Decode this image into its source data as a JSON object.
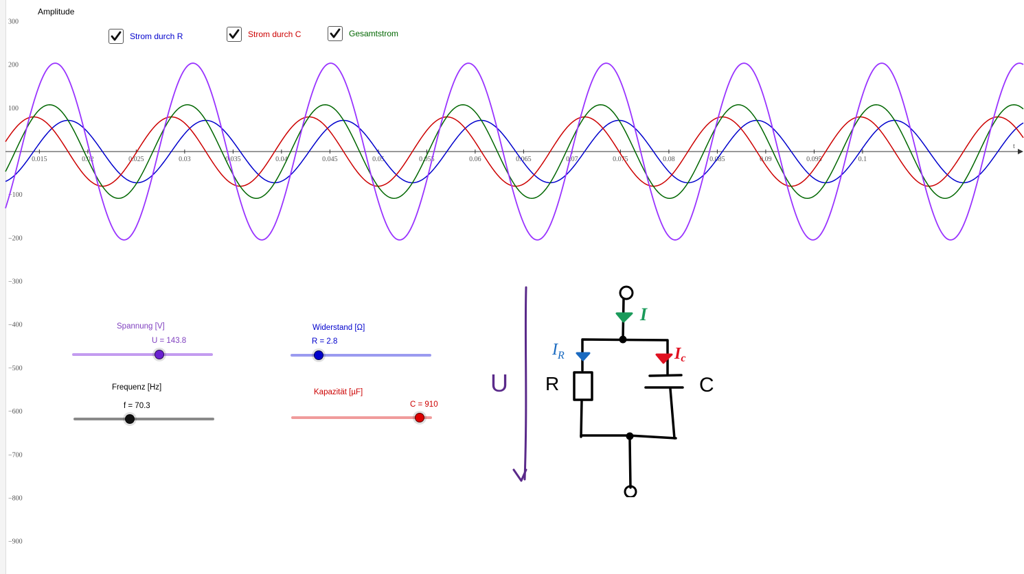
{
  "graph": {
    "y_axis_label": "Amplitude",
    "x_axis_label": "t",
    "y_ticks": [
      "300",
      "200",
      "100",
      "−100",
      "−200",
      "−300",
      "−400",
      "−500",
      "−600",
      "−700",
      "−800",
      "−900"
    ],
    "x_ticks": [
      "0.015",
      "0.02",
      "0.025",
      "0.03",
      "0.035",
      "0.04",
      "0.045",
      "0.05",
      "0.055",
      "0.06",
      "0.065",
      "0.07",
      "0.075",
      "0.08",
      "0.085",
      "0.09",
      "0.095",
      "0.1"
    ]
  },
  "checkboxes": [
    {
      "label": "Strom durch R",
      "checked": true,
      "color": "#0000cc"
    },
    {
      "label": "Strom durch C",
      "checked": true,
      "color": "#cc0000"
    },
    {
      "label": "Gesamtstrom",
      "checked": true,
      "color": "#006600"
    }
  ],
  "sliders": {
    "spannung": {
      "title": "Spannung [V]",
      "value_text": "U = 143.8",
      "color": "#7f3fbf",
      "track_color": "#c39bf0",
      "knob_color": "#6a20d0",
      "fraction": 0.62
    },
    "widerstand": {
      "title": "Widerstand [Ω]",
      "value_text": "R = 2.8",
      "color": "#0000cc",
      "track_color": "#9b9bf0",
      "knob_color": "#0000cc",
      "fraction": 0.2
    },
    "frequenz": {
      "title": "Frequenz [Hz]",
      "value_text": "f = 70.3",
      "color": "#000000",
      "track_color": "#8a8a8a",
      "knob_color": "#111111",
      "fraction": 0.4
    },
    "kapazitaet": {
      "title": "Kapazität [µF]",
      "value_text": "C = 910",
      "color": "#cc0000",
      "track_color": "#f09b9b",
      "knob_color": "#dd0000",
      "fraction": 0.91
    }
  },
  "circuit": {
    "labels": {
      "voltage": "U",
      "total": "I",
      "resistor_current": "I",
      "resistor_current_sub": "R",
      "capacitor_current": "I",
      "capacitor_current_sub": "c",
      "resistor": "R",
      "capacitor": "C"
    },
    "colors": {
      "voltage": "#5a2a8a",
      "total": "#1a9a5a",
      "resistor": "#1a6ac0",
      "capacitor": "#e01020"
    }
  },
  "chart_data": {
    "type": "line",
    "xlabel": "t",
    "ylabel": "Amplitude",
    "x_range": [
      0.0115,
      0.1166
    ],
    "ylim": [
      -950,
      300
    ],
    "grid": false,
    "frequency": 70.3,
    "series": [
      {
        "name": "Strom durch R",
        "color": "#0000cc",
        "amplitude": 72,
        "phase_shift_rad": 0
      },
      {
        "name": "Strom durch C",
        "color": "#cc0000",
        "amplitude": 80,
        "phase_shift_rad": 1.5708
      },
      {
        "name": "Gesamtstrom",
        "color": "#006600",
        "amplitude": 108,
        "phase_shift_rad": 0.839
      },
      {
        "name": "",
        "color": "#9933ff",
        "amplitude": 204,
        "phase_shift_rad": 0.585
      }
    ]
  }
}
